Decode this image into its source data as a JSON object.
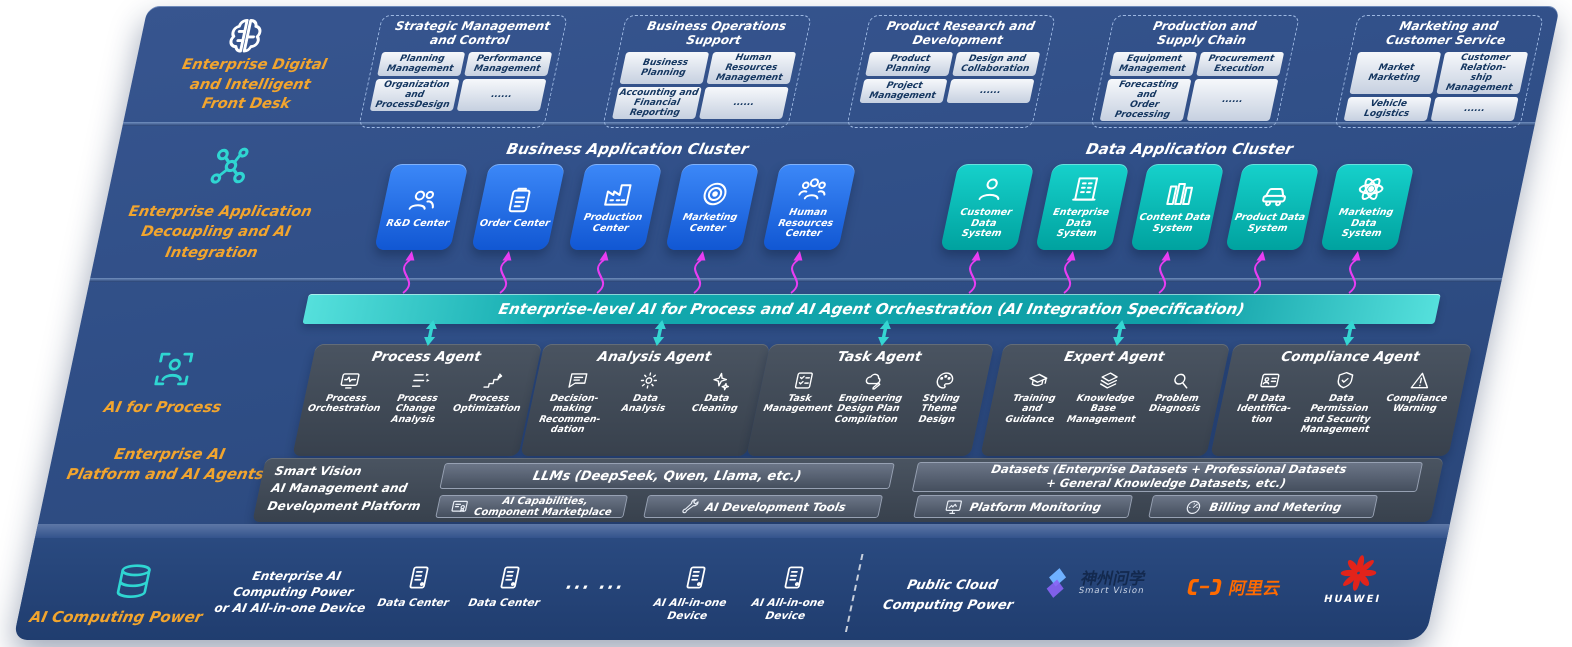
{
  "front_desk": {
    "label": "Enterprise Digital\nand Intelligent\nFront Desk",
    "icon": "brain",
    "groups": [
      {
        "title": "Strategic Management\nand Control",
        "items": [
          "Planning\nManagement",
          "Performance\nManagement",
          "Organization\nand ProcessDesign",
          "......"
        ]
      },
      {
        "title": "Business Operations\nSupport",
        "items": [
          "Business\nPlanning",
          "Human Resources\nManagement",
          "Accounting and\nFinancial Reporting",
          "......"
        ]
      },
      {
        "title": "Product Research and\nDevelopment",
        "items": [
          "Product\nPlanning",
          "Design and\nCollaboration",
          "Project\nManagement",
          "......"
        ]
      },
      {
        "title": "Production and\nSupply Chain",
        "items": [
          "Equipment\nManagement",
          "Procurement\nExecution",
          "Forecasting and\nOrder Processing",
          "......"
        ]
      },
      {
        "title": "Marketing and\nCustomer Service",
        "items": [
          "Market\nMarketing",
          "Customer Relation-\nship Management",
          "Vehicle\nLogistics",
          "......"
        ]
      }
    ]
  },
  "app_layer": {
    "label": "Enterprise Application\nDecoupling and AI Integration",
    "icon": "molecule",
    "business_cluster": {
      "title": "Business Application Cluster",
      "apps": [
        {
          "label": "R&D Center",
          "icon": "team"
        },
        {
          "label": "Order Center",
          "icon": "clipboard"
        },
        {
          "label": "Production\nCenter",
          "icon": "factory"
        },
        {
          "label": "Marketing\nCenter",
          "icon": "target"
        },
        {
          "label": "Human\nResources\nCenter",
          "icon": "group"
        }
      ]
    },
    "data_cluster": {
      "title": "Data Application Cluster",
      "apps": [
        {
          "label": "Customer Data\nSystem",
          "icon": "user"
        },
        {
          "label": "Enterprise Data\nSystem",
          "icon": "building"
        },
        {
          "label": "Content Data\nSystem",
          "icon": "files"
        },
        {
          "label": "Product Data\nSystem",
          "icon": "car"
        },
        {
          "label": "Marketing Data\nSystem",
          "icon": "atom"
        }
      ]
    }
  },
  "orchestration": {
    "label": "Enterprise-level AI for Process and AI Agent Orchestration (AI Integration Specification)"
  },
  "agents": {
    "side_label_1": "AI for Process",
    "side_label_1_icon": "frame-user",
    "side_label_2": "Enterprise AI\nPlatform and AI Agents",
    "groups": [
      {
        "title": "Process Agent",
        "items": [
          {
            "label": "Process\nOrchestration",
            "icon": "wave"
          },
          {
            "label": "Process\nChange\nAnalysis",
            "icon": "flow"
          },
          {
            "label": "Process\nOptimization",
            "icon": "steps"
          }
        ]
      },
      {
        "title": "Analysis Agent",
        "items": [
          {
            "label": "Decision-\nmaking\nRecommen-\ndation",
            "icon": "chat"
          },
          {
            "label": "Data\nAnalysis",
            "icon": "gear"
          },
          {
            "label": "Data\nCleaning",
            "icon": "sparkle"
          }
        ]
      },
      {
        "title": "Task Agent",
        "items": [
          {
            "label": "Task\nManagement",
            "icon": "taskboard"
          },
          {
            "label": "Engineering\nDesign Plan\nCompilation",
            "icon": "cloudpen"
          },
          {
            "label": "Styling\nTheme\nDesign",
            "icon": "palette"
          }
        ]
      },
      {
        "title": "Expert Agent",
        "items": [
          {
            "label": "Training\nand\nGuidance",
            "icon": "cap"
          },
          {
            "label": "Knowledge\nBase\nManagement",
            "icon": "layers"
          },
          {
            "label": "Problem\nDiagnosis",
            "icon": "magnifier"
          }
        ]
      },
      {
        "title": "Compliance Agent",
        "items": [
          {
            "label": "PI Data\nIdentifica-\ntion",
            "icon": "idcard"
          },
          {
            "label": "Data\nPermission\nand Security\nManagement",
            "icon": "shield"
          },
          {
            "label": "Compliance\nWarning",
            "icon": "alert"
          }
        ]
      }
    ]
  },
  "platform": {
    "title": "Smart Vision\nAI Management and\nDevelopment Platform",
    "llms": "LLMs (DeepSeek, Qwen, Llama, etc.)",
    "datasets": "Datasets (Enterprise Datasets + Professional Datasets\n+ General Knowledge Datasets, etc.)",
    "tools": [
      {
        "label": "AI Capabilities,\nComponent Marketplace",
        "icon": "cert"
      },
      {
        "label": "AI Development Tools",
        "icon": "tools"
      },
      {
        "label": "Platform Monitoring",
        "icon": "monitor"
      },
      {
        "label": "Billing and Metering",
        "icon": "gauge"
      }
    ]
  },
  "computing": {
    "side_label": "AI Computing Power",
    "icon": "database",
    "enterprise_label": "Enterprise AI\nComputing Power\nor AI All-in-one Device",
    "devices": [
      {
        "label": "Data Center",
        "icon": "server"
      },
      {
        "label": "Data Center",
        "icon": "server"
      },
      {
        "label": "AI All-in-one Device",
        "icon": "server"
      },
      {
        "label": "AI All-in-one Device",
        "icon": "server"
      }
    ],
    "ellipsis": "··· ···",
    "public_cloud": "Public Cloud\nComputing Power",
    "vendors": [
      {
        "name": "神州问学",
        "sub": "Smart Vision",
        "icon": "diamond"
      },
      {
        "name": "阿里云",
        "icon": "aliyun"
      },
      {
        "name": "HUAWEI",
        "icon": "huawei"
      }
    ]
  }
}
